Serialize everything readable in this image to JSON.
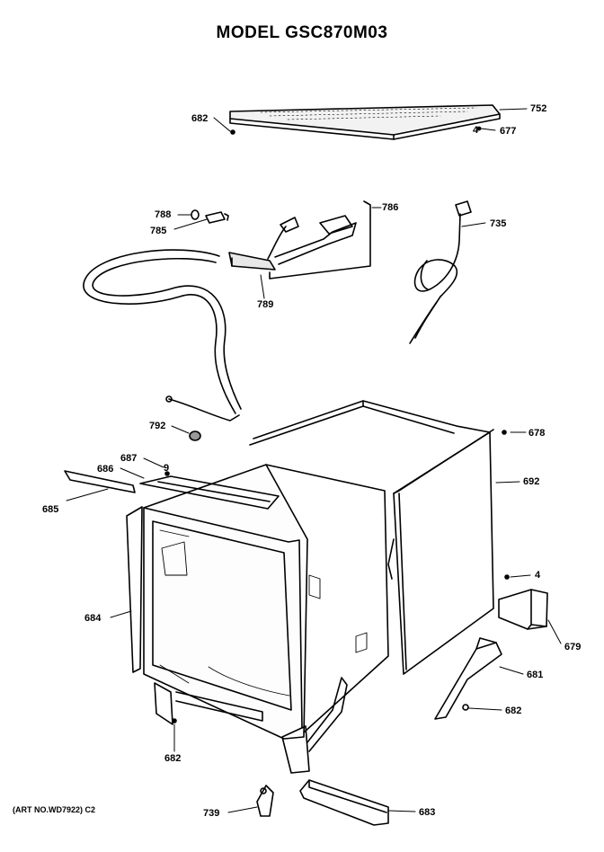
{
  "title": "MODEL GSC870M03",
  "art_note": "(ART NO.WD7922) C2",
  "labels": {
    "p682_top": "682",
    "p752": "752",
    "p4_top": "4",
    "p677": "677",
    "p788": "788",
    "p785": "785",
    "p786": "786",
    "p735": "735",
    "p789": "789",
    "p792": "792",
    "p678": "678",
    "p687": "687",
    "p9": "9",
    "p686": "686",
    "p692": "692",
    "p685": "685",
    "p4_side": "4",
    "p684": "684",
    "p679": "679",
    "p681": "681",
    "p682_bracket": "682",
    "p682_bottom": "682",
    "p739": "739",
    "p683": "683"
  }
}
